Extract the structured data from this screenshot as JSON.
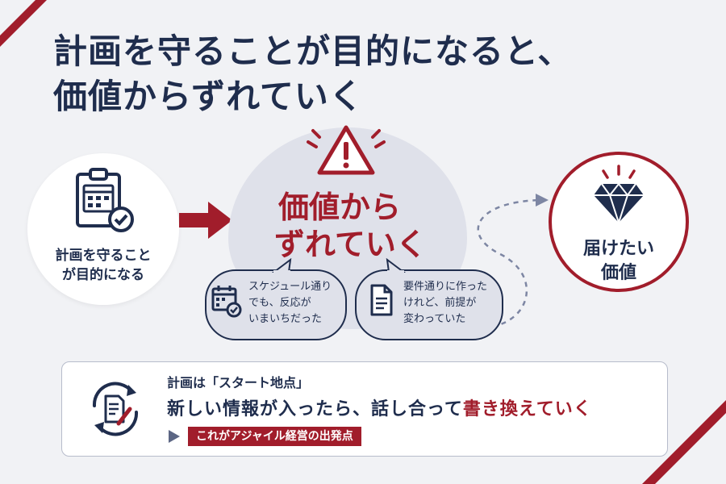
{
  "title": {
    "line1": "計画を守ることが目的になると、",
    "line2": "価値からずれていく"
  },
  "left_node": {
    "label_line1": "計画を守ること",
    "label_line2": "が目的になる",
    "icon": "clipboard-calendar-check-icon"
  },
  "center_node": {
    "line1": "価値から",
    "line2": "ずれていく",
    "icon": "warning-icon"
  },
  "bubbles": [
    {
      "icon": "calendar-check-icon",
      "lines": [
        "スケジュール通り",
        "でも、反応が",
        "いまいちだった"
      ]
    },
    {
      "icon": "document-icon",
      "lines": [
        "要件通りに作った",
        "けれど、前提が",
        "変わっていた"
      ]
    }
  ],
  "right_node": {
    "line1": "届けたい",
    "line2": "価値",
    "icon": "diamond-icon"
  },
  "bottom": {
    "top_text": "計画は「スタート地点」",
    "main_text": "新しい情報が入ったら、話し合って",
    "main_highlight": "書き換えていく",
    "tag": "これがアジャイル経営の出発点",
    "icon": "cycle-edit-document-icon"
  },
  "colors": {
    "navy": "#1f2d4d",
    "accent_red": "#a11d2b",
    "background": "#f1f2f5",
    "blob": "#dfe1ea"
  }
}
